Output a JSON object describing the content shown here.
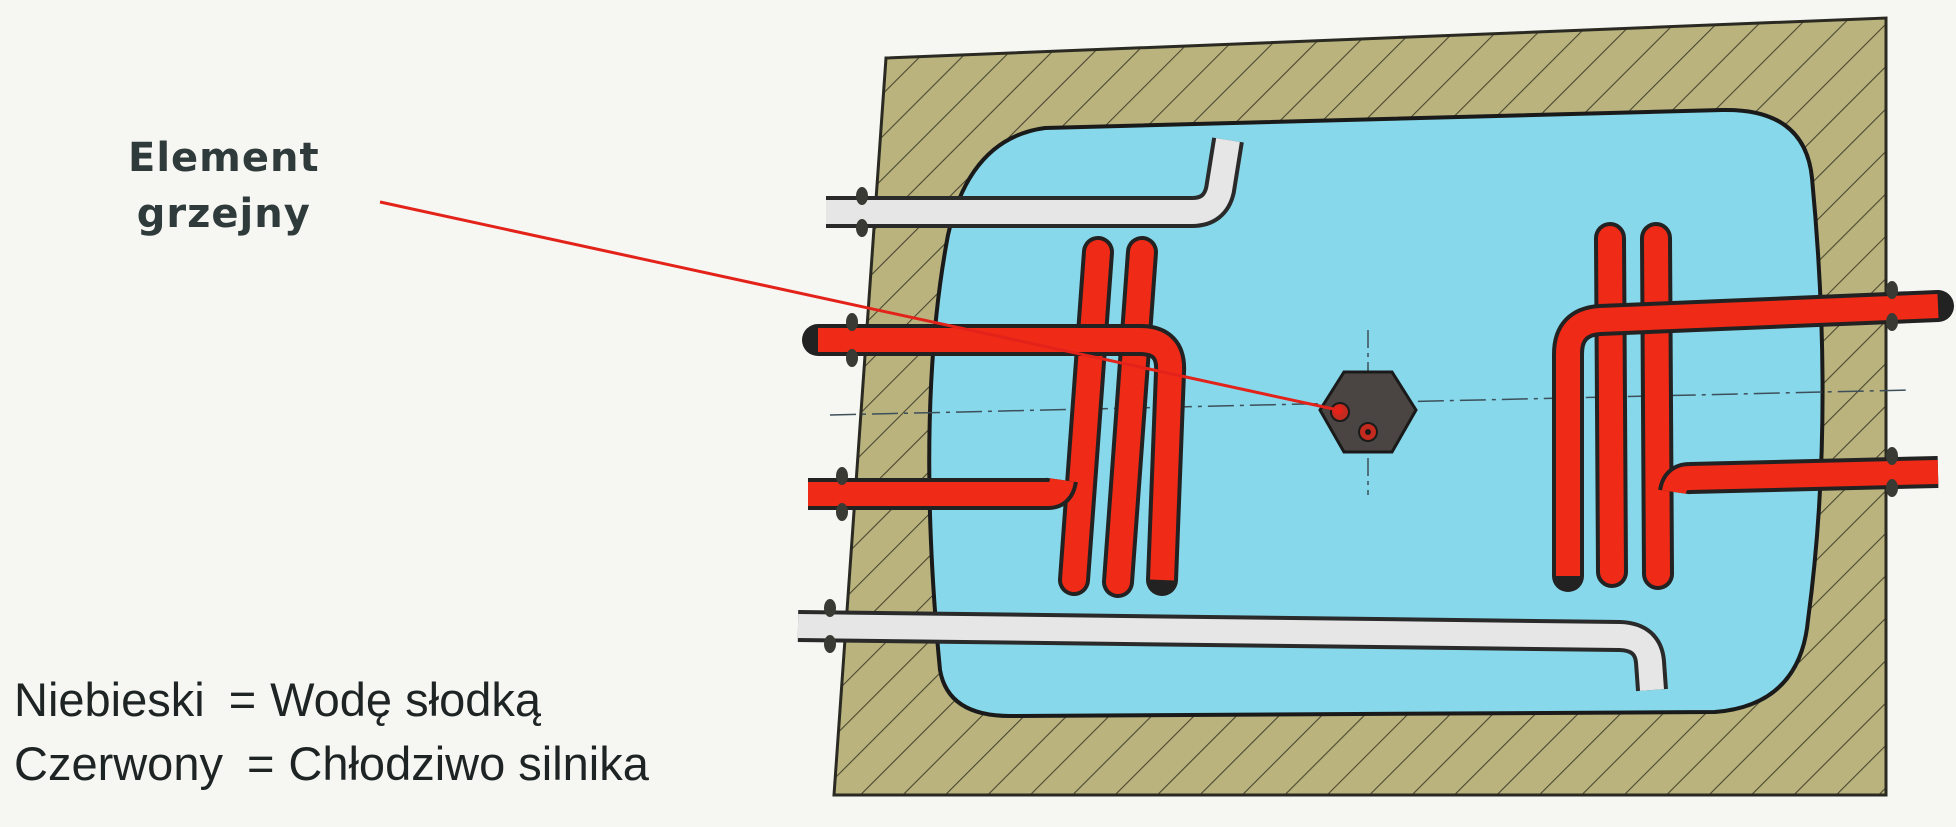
{
  "callout": {
    "line1": "Element",
    "line2": "grzejny"
  },
  "legend": [
    {
      "key": "Niebieski",
      "eq": "=",
      "value": "Wodę słodką"
    },
    {
      "key": "Czerwony",
      "eq": "=",
      "value": "Chłodziwo silnika"
    }
  ],
  "colors": {
    "housing": "#b9b27e",
    "water": "#86d8ea",
    "coolant_pipe": "#ef2a17",
    "freshwater_pipe": "#e6e6e6",
    "leader_line": "#e3231a",
    "element": "#4a4542"
  }
}
